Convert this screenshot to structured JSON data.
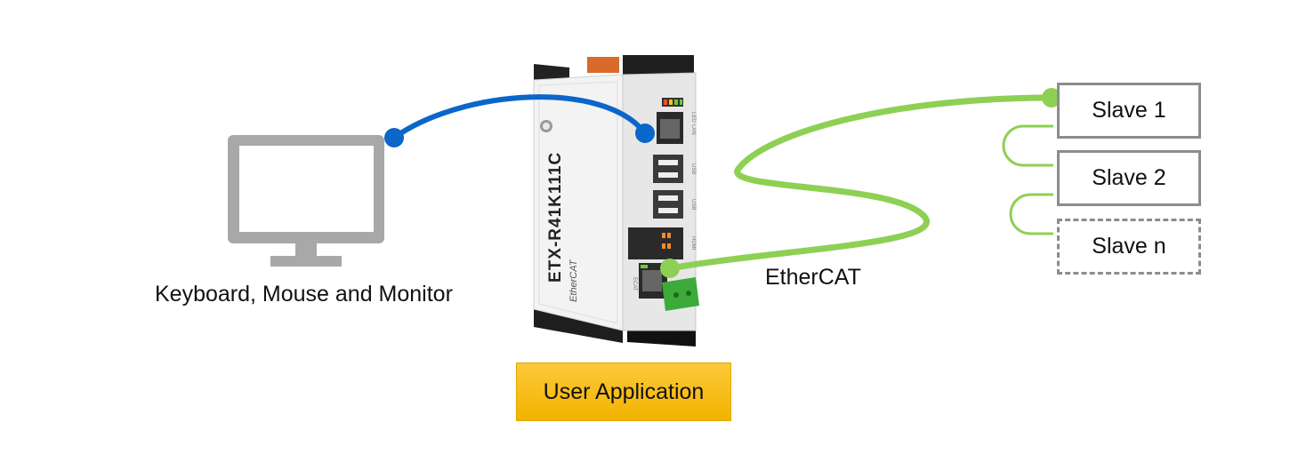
{
  "diagram": {
    "monitor": {
      "label": "Keyboard, Mouse and Monitor",
      "icon": "monitor-icon"
    },
    "device": {
      "model": "ETX-R41K111C",
      "brand": "EtherCAT",
      "ports": [
        "LED",
        "LAN",
        "USB",
        "USB",
        "HDMI",
        "ECAT"
      ]
    },
    "link_label": "EtherCAT",
    "slaves": [
      {
        "label": "Slave 1",
        "style": "solid"
      },
      {
        "label": "Slave 2",
        "style": "solid"
      },
      {
        "label": "Slave n",
        "style": "dashed"
      }
    ],
    "app_button": "User Application",
    "colors": {
      "usb_cable": "#0a66c8",
      "ethercat_cable": "#8ed054",
      "monitor": "#a8a8a8",
      "button": "#f7bd16",
      "slave_border": "#8c8c8c"
    }
  }
}
